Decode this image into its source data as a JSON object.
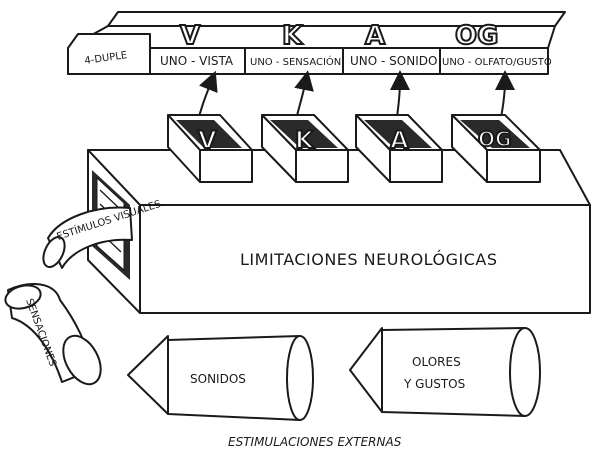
{
  "top_labels": {
    "duple": "4-DUPLE",
    "vista": "UNO - VISTA",
    "sensacion": "UNO - SENSACIÓN",
    "sonido": "UNO - SONIDO",
    "olfato": "UNO - OLFATO/GUSTO"
  },
  "top_letters": [
    "V",
    "K",
    "A",
    "OG"
  ],
  "tray_letters": [
    "V",
    "K",
    "A",
    "OG"
  ],
  "box_label": "LIMITACIONES NEUROLÓGICAS",
  "tubes": {
    "visuales": "ESTÍMULOS VISUALES",
    "sensaciones": "SENSACIONES",
    "sonidos": "SONIDOS",
    "olores_line1": "OLORES",
    "olores_line2": "Y GUSTOS"
  },
  "caption": "ESTIMULACIONES EXTERNAS"
}
